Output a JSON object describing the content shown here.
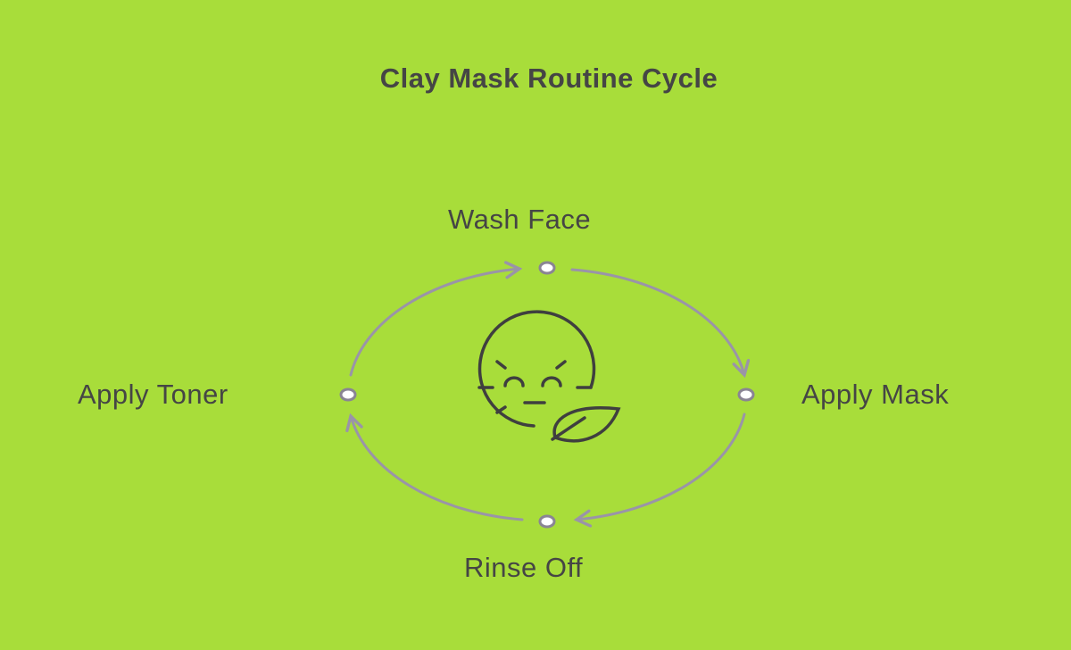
{
  "title": "Clay Mask Routine Cycle",
  "steps": [
    {
      "label": "Wash Face"
    },
    {
      "label": "Apply Mask"
    },
    {
      "label": "Rinse Off"
    },
    {
      "label": "Apply Toner"
    }
  ],
  "center_icon": "face-with-leaf-icon",
  "colors": {
    "background": "#a8dd3a",
    "text": "#454545",
    "arrow": "#9a94a8"
  }
}
